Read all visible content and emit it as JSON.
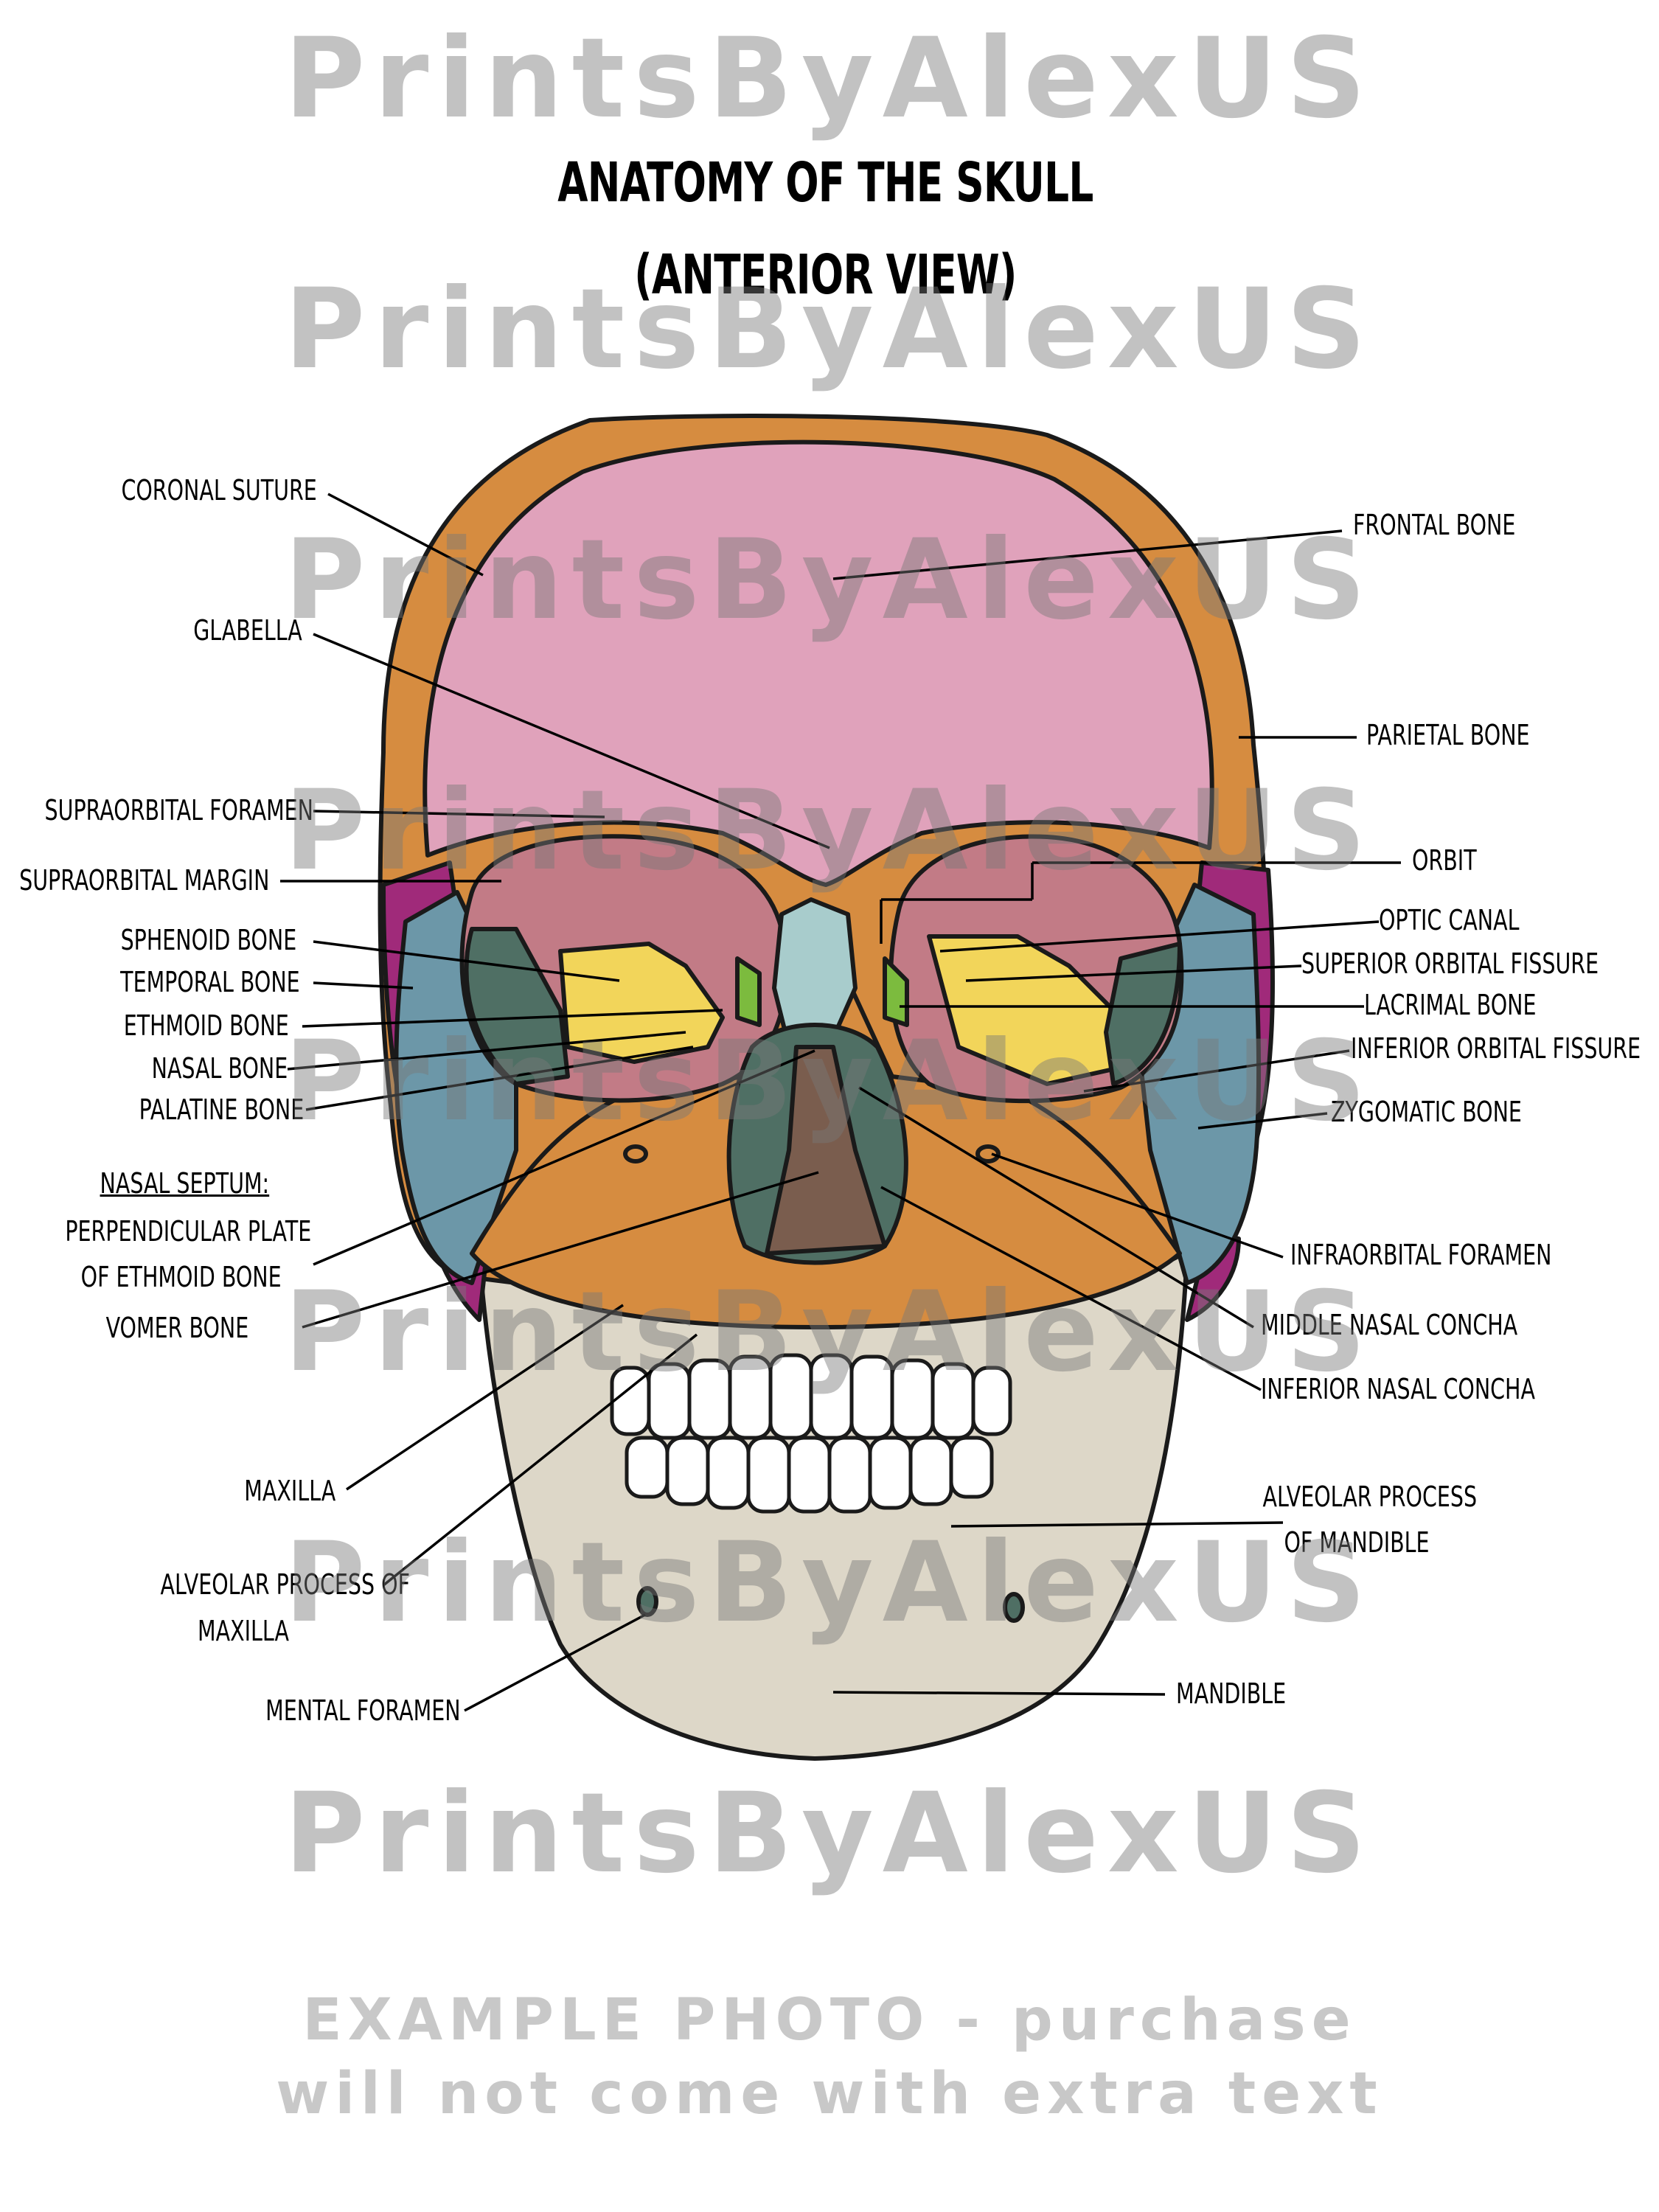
{
  "title": {
    "line1": "ANATOMY OF THE SKULL",
    "line2": "(ANTERIOR VIEW)"
  },
  "labels": {
    "coronal_suture": "CORONAL SUTURE",
    "glabella": "GLABELLA",
    "supraorbital_foramen": "SUPRAORBITAL FORAMEN",
    "supraorbital_margin": "SUPRAORBITAL MARGIN",
    "sphenoid_bone": "SPHENOID BONE",
    "temporal_bone": "TEMPORAL BONE",
    "ethmoid_bone": "ETHMOID BONE",
    "nasal_bone": "NASAL BONE",
    "palatine_bone": "PALATINE BONE",
    "nasal_septum": "NASAL SEPTUM:",
    "perpendicular_plate_1": "PERPENDICULAR PLATE",
    "perpendicular_plate_2": "OF ETHMOID BONE",
    "vomer_bone": "VOMER BONE",
    "maxilla": "MAXILLA",
    "alveolar_process_maxilla_1": "ALVEOLAR PROCESS OF",
    "alveolar_process_maxilla_2": "MAXILLA",
    "mental_foramen": "MENTAL FORAMEN",
    "frontal_bone": "FRONTAL BONE",
    "parietal_bone": "PARIETAL BONE",
    "orbit": "ORBIT",
    "optic_canal": "OPTIC CANAL",
    "superior_orbital_fissure": "SUPERIOR ORBITAL FISSURE",
    "lacrimal_bone": "LACRIMAL BONE",
    "inferior_orbital_fissure": "INFERIOR ORBITAL FISSURE",
    "zygomatic_bone": "ZYGOMATIC BONE",
    "infraorbital_foramen": "INFRAORBITAL FORAMEN",
    "middle_nasal_concha": "MIDDLE NASAL CONCHA",
    "inferior_nasal_concha": "INFERIOR NASAL CONCHA",
    "alveolar_process_mandible_1": "ALVEOLAR PROCESS",
    "alveolar_process_mandible_2": "OF MANDIBLE",
    "mandible": "MANDIBLE"
  },
  "watermark": {
    "text": "PrintsByAlexUS",
    "note_line1": "EXAMPLE PHOTO - purchase",
    "note_line2": "will not come with extra text"
  },
  "colors": {
    "frontal": "#e0a2bb",
    "parietal": "#d68c40",
    "temporal": "#a02a7a",
    "zygomatic": "#6c97a8",
    "sphenoid": "#f2d55a",
    "orbit_dark": "#4f6f64",
    "nasal": "#a8cccc",
    "septum": "#7a5d4e",
    "mandible": "#ddd7c8",
    "lacrimal": "#7cbb3e",
    "outline": "#1a1a1a"
  }
}
